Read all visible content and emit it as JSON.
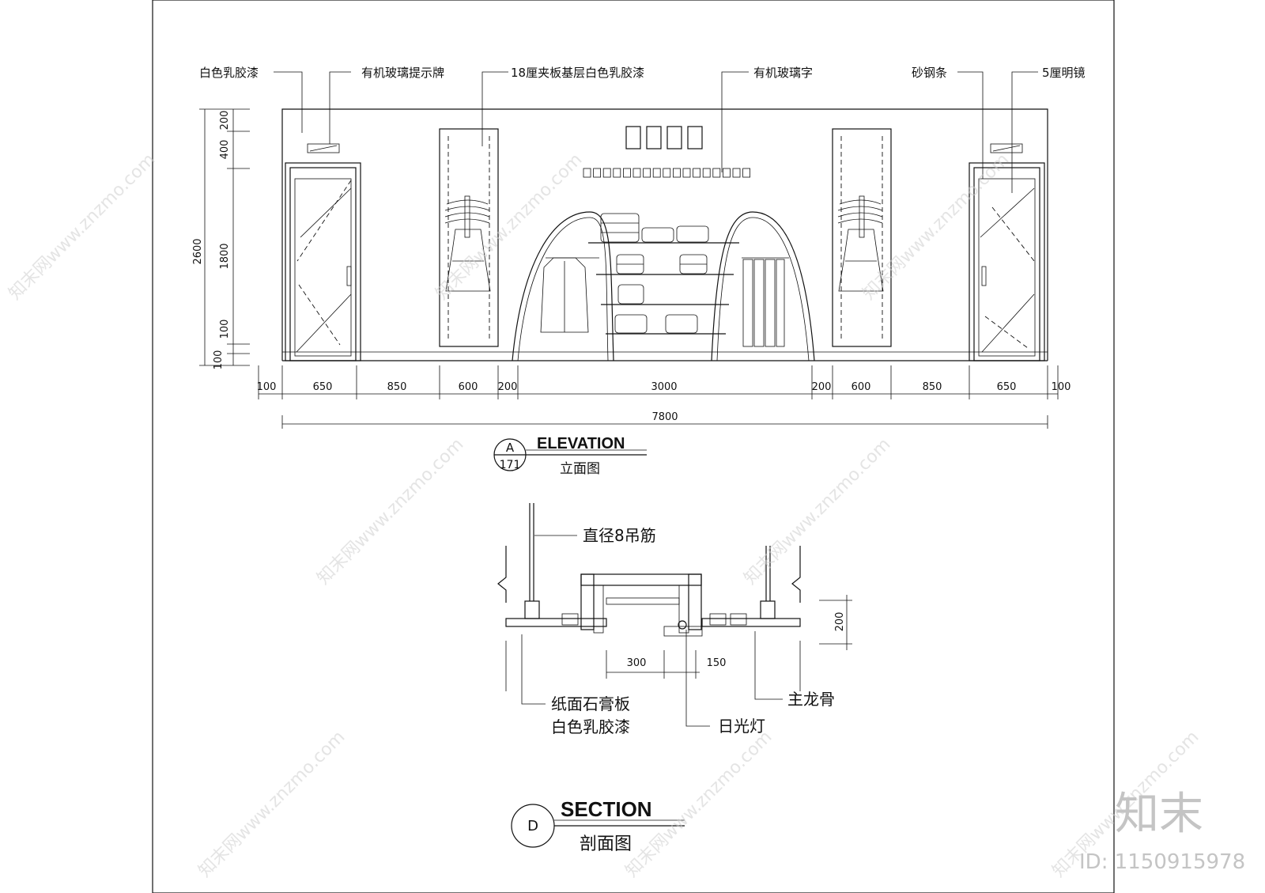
{
  "elevation": {
    "callouts": {
      "white_latex_paint": "白色乳胶漆",
      "acrylic_sign": "有机玻璃提示牌",
      "plywood_base": "18厘夹板基层白色乳胶漆",
      "acrylic_letters": "有机玻璃字",
      "frosted_steel_strip": "砂钢条",
      "clear_mirror": "5厘明镜"
    },
    "vertical_dims": {
      "total": "2600",
      "d200": "200",
      "d400": "400",
      "d1800": "1800",
      "d100a": "100",
      "d100b": "100"
    },
    "horizontal_dims": {
      "h1": "100",
      "h2": "650",
      "h3": "850",
      "h4": "600",
      "h5": "200",
      "h6": "3000",
      "h7": "200",
      "h8": "600",
      "h9": "850",
      "h10": "650",
      "h11": "100",
      "total": "7800"
    },
    "title_block": {
      "letter": "A",
      "number": "171",
      "heading": "ELEVATION",
      "subtitle": "立面图"
    }
  },
  "section": {
    "callouts": {
      "hanger_rod": "直径8吊筋",
      "gypsum_board": "纸面石膏板",
      "white_latex_paint": "白色乳胶漆",
      "fluorescent_light": "日光灯",
      "main_keel": "主龙骨"
    },
    "dims": {
      "d300": "300",
      "d150": "150",
      "d200": "200"
    },
    "title_block": {
      "letter": "D",
      "heading": "SECTION",
      "subtitle": "剖面图"
    }
  },
  "watermark": {
    "text": "知末网www.znzmo.com",
    "brand": "知末",
    "id_label": "ID: 1150915978"
  }
}
